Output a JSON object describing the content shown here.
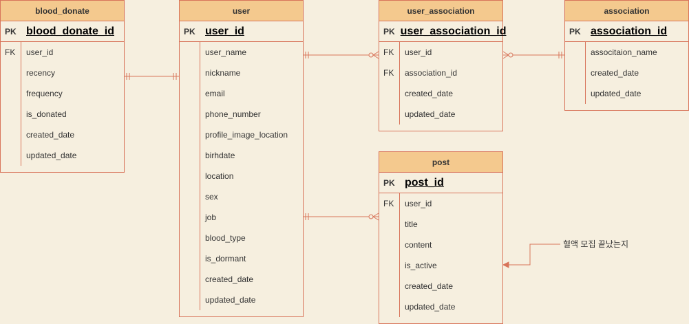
{
  "tables": {
    "blood_donate": {
      "title": "blood_donate",
      "pk_label": "PK",
      "pk_field": "blood_donate_id",
      "rows": [
        {
          "key": "FK",
          "field": "user_id"
        },
        {
          "key": "",
          "field": "recency"
        },
        {
          "key": "",
          "field": "frequency"
        },
        {
          "key": "",
          "field": "is_donated"
        },
        {
          "key": "",
          "field": "created_date"
        },
        {
          "key": "",
          "field": "updated_date"
        }
      ]
    },
    "user": {
      "title": "user",
      "pk_label": "PK",
      "pk_field": "user_id",
      "rows": [
        {
          "key": "",
          "field": "user_name"
        },
        {
          "key": "",
          "field": "nickname"
        },
        {
          "key": "",
          "field": "email"
        },
        {
          "key": "",
          "field": "phone_number"
        },
        {
          "key": "",
          "field": "profile_image_location"
        },
        {
          "key": "",
          "field": "birhdate"
        },
        {
          "key": "",
          "field": "location"
        },
        {
          "key": "",
          "field": "sex"
        },
        {
          "key": "",
          "field": "job"
        },
        {
          "key": "",
          "field": "blood_type"
        },
        {
          "key": "",
          "field": "is_dormant"
        },
        {
          "key": "",
          "field": "created_date"
        },
        {
          "key": "",
          "field": "updated_date"
        }
      ]
    },
    "user_association": {
      "title": "user_association",
      "pk_label": "PK",
      "pk_field": "user_association_id",
      "rows": [
        {
          "key": "FK",
          "field": "user_id"
        },
        {
          "key": "FK",
          "field": "association_id"
        },
        {
          "key": "",
          "field": "created_date"
        },
        {
          "key": "",
          "field": "updated_date"
        }
      ]
    },
    "association": {
      "title": "association",
      "pk_label": "PK",
      "pk_field": "association_id",
      "rows": [
        {
          "key": "",
          "field": "associtaion_name"
        },
        {
          "key": "",
          "field": "created_date"
        },
        {
          "key": "",
          "field": "updated_date"
        }
      ]
    },
    "post": {
      "title": "post",
      "pk_label": "PK",
      "pk_field": "post_id",
      "rows": [
        {
          "key": "FK",
          "field": "user_id"
        },
        {
          "key": "",
          "field": "title"
        },
        {
          "key": "",
          "field": "content"
        },
        {
          "key": "",
          "field": "is_active"
        },
        {
          "key": "",
          "field": "created_date"
        },
        {
          "key": "",
          "field": "updated_date"
        }
      ]
    }
  },
  "note": "혈액 모집 끝났는지",
  "colors": {
    "line": "#d8745a",
    "header": "#f4c98e",
    "background": "#f6efdf",
    "text": "#333333"
  }
}
